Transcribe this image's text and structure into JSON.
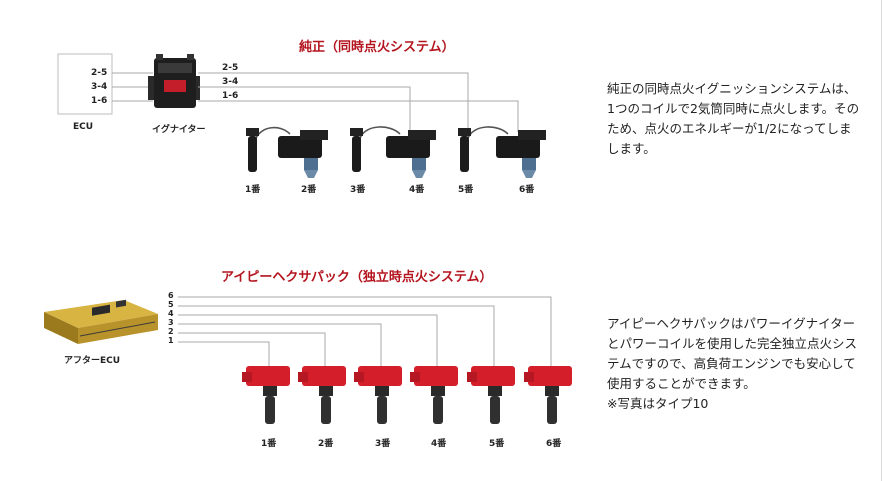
{
  "section1": {
    "title": "純正（同時点火システム）",
    "ecu_label": "ECU",
    "igniter_label": "イグナイター",
    "ecu_ports": [
      "2-5",
      "3-4",
      "1-6"
    ],
    "igniter_outputs": [
      "2-5",
      "3-4",
      "1-6"
    ],
    "cylinders": [
      "1番",
      "2番",
      "3番",
      "4番",
      "5番",
      "6番"
    ],
    "description": "純正の同時点火イグニッションシステムは、1つのコイルで2気筒同時に点火します。そのため、点火のエネルギーが1/2になってしまします。",
    "colors": {
      "coil": "#1a1a1a",
      "igniter": "#1e1e1e",
      "spark_plug": "#4f6f90",
      "wire": "#a8a8a8"
    }
  },
  "section2": {
    "title": "アイピーヘクサパック（独立時点火システム）",
    "ecu_label": "アフターECU",
    "ecu_ports": [
      "1",
      "2",
      "3",
      "4",
      "5",
      "6"
    ],
    "cylinders": [
      "1番",
      "2番",
      "3番",
      "4番",
      "5番",
      "6番"
    ],
    "description_lines": [
      "アイピーヘクサパックはパワーイグナイターとパワーコイルを使用した完全独立点火システムですので、高負荷エンジンでも安心して使用することができます。",
      "※写真はタイプ10"
    ],
    "colors": {
      "coil": "#d41f2a",
      "ecu_body": "#c9a227",
      "wire": "#a8a8a8"
    }
  },
  "colors": {
    "title": "#b4141e",
    "text": "#222222"
  }
}
